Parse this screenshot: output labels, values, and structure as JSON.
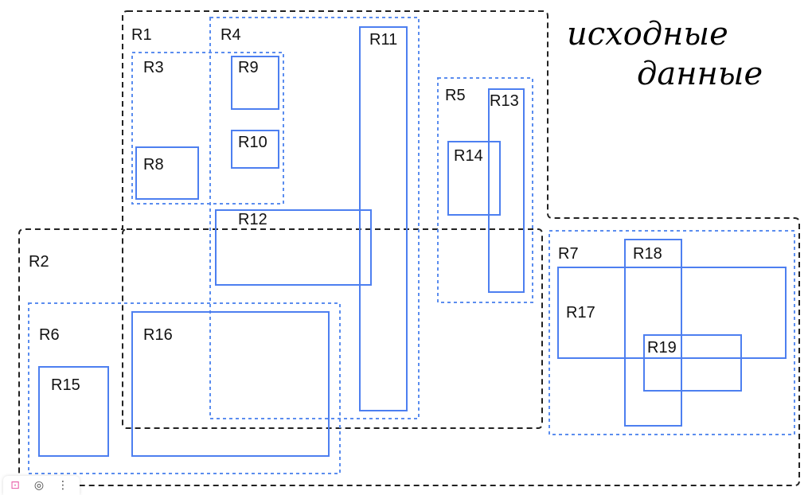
{
  "annotation": "исходные\nданные",
  "colors": {
    "outer": "#222222",
    "group": "#5b8def",
    "leaf": "#4d7ff0",
    "accent": "#e85aa6"
  },
  "regions": [
    {
      "id": "r1",
      "label": "R1",
      "style": "outer"
    },
    {
      "id": "r2",
      "label": "R2",
      "style": "outer"
    },
    {
      "id": "r3",
      "label": "R3",
      "style": "group"
    },
    {
      "id": "r4",
      "label": "R4",
      "style": "group"
    },
    {
      "id": "r5",
      "label": "R5",
      "style": "group"
    },
    {
      "id": "r6",
      "label": "R6",
      "style": "group"
    },
    {
      "id": "r7",
      "label": "R7",
      "style": "group"
    },
    {
      "id": "r8",
      "label": "R8",
      "style": "leaf"
    },
    {
      "id": "r9",
      "label": "R9",
      "style": "leaf"
    },
    {
      "id": "r10",
      "label": "R10",
      "style": "leaf"
    },
    {
      "id": "r11",
      "label": "R11",
      "style": "leaf"
    },
    {
      "id": "r12",
      "label": "R12",
      "style": "leaf"
    },
    {
      "id": "r13",
      "label": "R13",
      "style": "leaf"
    },
    {
      "id": "r14",
      "label": "R14",
      "style": "leaf"
    },
    {
      "id": "r15",
      "label": "R15",
      "style": "leaf"
    },
    {
      "id": "r16",
      "label": "R16",
      "style": "leaf"
    },
    {
      "id": "r17",
      "label": "R17",
      "style": "leaf"
    },
    {
      "id": "r18",
      "label": "R18",
      "style": "leaf"
    },
    {
      "id": "r19",
      "label": "R19",
      "style": "leaf"
    }
  ],
  "toolbar": [
    {
      "name": "text-tool-icon",
      "glyph": "⊡",
      "accent": true
    },
    {
      "name": "camera-icon",
      "glyph": "◎",
      "accent": false
    },
    {
      "name": "more-options-icon",
      "glyph": "⋮",
      "accent": false
    }
  ]
}
